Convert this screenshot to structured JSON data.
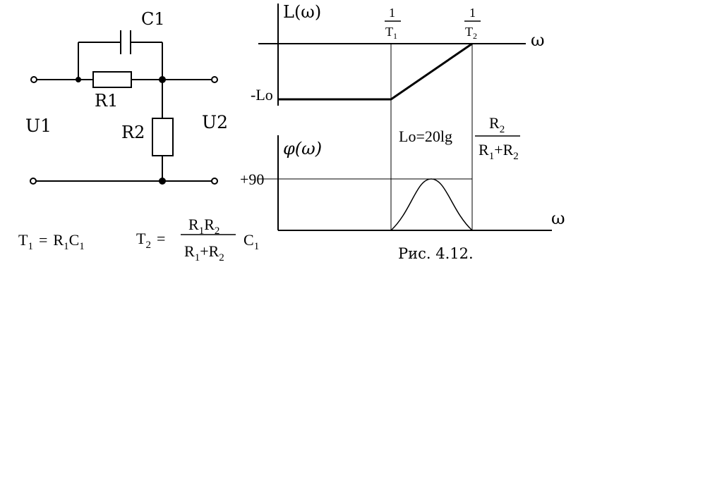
{
  "circuit": {
    "capacitor_label": "C1",
    "r1_label": "R1",
    "r2_label": "R2",
    "input_label": "U1",
    "output_label": "U2"
  },
  "formulas": {
    "t1": {
      "lhs_main": "T",
      "lhs_sub": "1",
      "eq": "=",
      "r": "R",
      "r_sub": "1",
      "c": "C",
      "c_sub": "1"
    },
    "t2": {
      "lhs_main": "T",
      "lhs_sub": "2",
      "eq": "=",
      "num_r1": "R",
      "num_r1_sub": "1",
      "num_r2": "R",
      "num_r2_sub": "2",
      "den_r1": "R",
      "den_r1_sub": "1",
      "den_plus": "+",
      "den_r2": "R",
      "den_r2_sub": "2",
      "c": "C",
      "c_sub": "1"
    },
    "lo": {
      "lhs": "Lo=20lg",
      "num_r": "R",
      "num_r_sub": "2",
      "den_r1": "R",
      "den_r1_sub": "1",
      "den_plus": "+",
      "den_r2": "R",
      "den_r2_sub": "2"
    }
  },
  "amplitude_plot": {
    "ylabel": "L(ω)",
    "xlabel": "ω",
    "level_label": "-Lo",
    "break1": {
      "num": "1",
      "den": "T",
      "den_sub": "1"
    },
    "break2": {
      "num": "1",
      "den": "T",
      "den_sub": "2"
    }
  },
  "phase_plot": {
    "ylabel": "φ(ω)",
    "xlabel": "ω",
    "level_label": "+90"
  },
  "caption": "Рис. 4.12."
}
